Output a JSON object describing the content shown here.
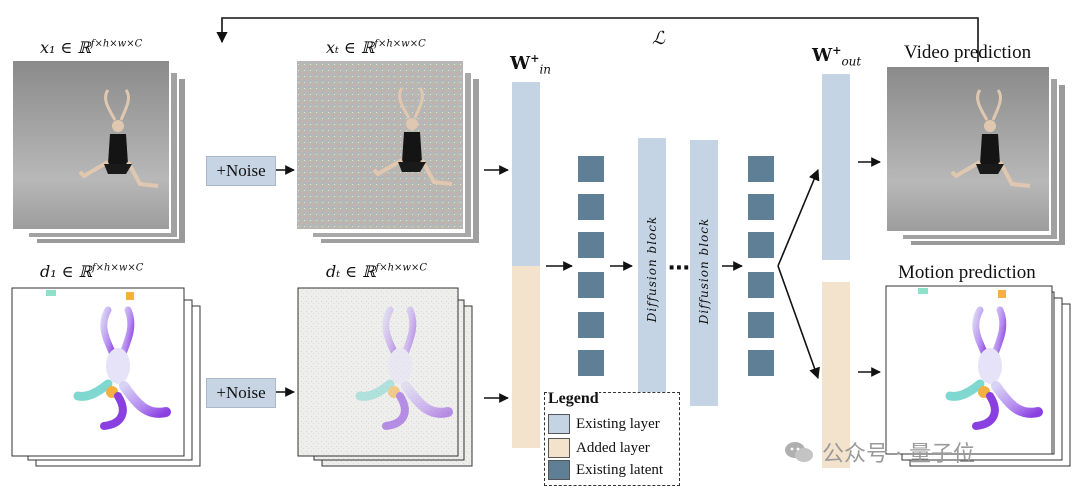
{
  "labels": {
    "x1": "x₁ ∈ ℝ",
    "x1_sup": "f×h×w×C",
    "xt": "xₜ ∈ ℝ",
    "xt_sup": "f×h×w×C",
    "d1": "d₁ ∈ ℝ",
    "d1_sup": "f×h×w×C",
    "dt": "dₜ ∈ ℝ",
    "dt_sup": "f×h×w×C",
    "loss": "ℒ"
  },
  "noise": {
    "top": "+Noise",
    "bottom": "+Noise"
  },
  "weights": {
    "in_main": "W",
    "in_sup": "+",
    "in_sub": "in",
    "out_main": "W",
    "out_sup": "+",
    "out_sub": "out"
  },
  "blocks": {
    "block1": "Diffusion block",
    "block2": "Diffusion block",
    "ellipsis": "⋯"
  },
  "outputs": {
    "video": "Video prediction",
    "motion": "Motion prediction"
  },
  "legend": {
    "title": "Legend",
    "items": [
      {
        "label": "Existing layer",
        "color": "#c4d4e4"
      },
      {
        "label": "Added layer",
        "color": "#f4e3cc"
      },
      {
        "label": "Existing latent",
        "color": "#5e7f96"
      }
    ]
  },
  "watermark": {
    "text": "公众号 · 量子位"
  },
  "colors": {
    "existing_layer": "#c4d4e4",
    "added_layer": "#f4e3cc",
    "existing_latent": "#5e7f96",
    "noise_box": "#c6d4e3"
  }
}
